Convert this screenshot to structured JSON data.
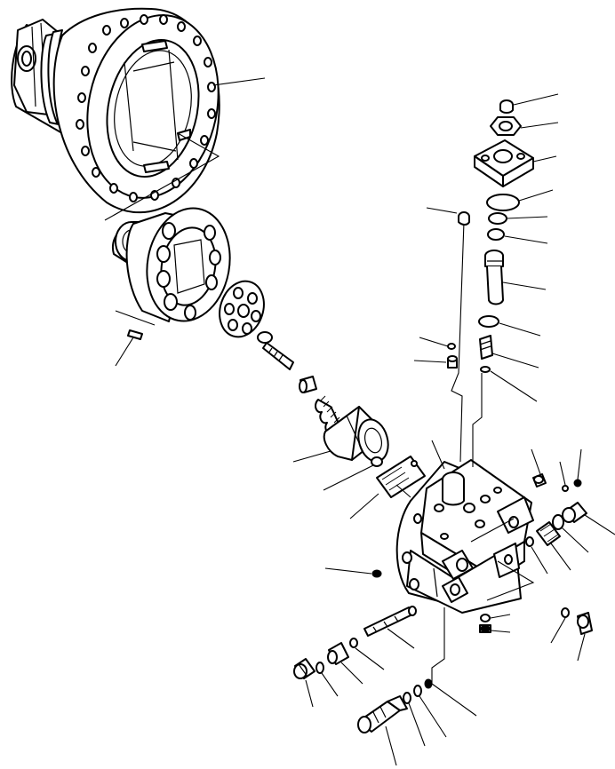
{
  "diagram": {
    "kind": "exploded-parts-view",
    "line_color": "#000000",
    "background": "#ffffff",
    "callout_labels": [],
    "parts": [
      {
        "id": "motor-housing"
      },
      {
        "id": "rotor-group"
      },
      {
        "id": "dowel-pin"
      },
      {
        "id": "valve-plate"
      },
      {
        "id": "center-shaft"
      },
      {
        "id": "spacer"
      },
      {
        "id": "spring"
      },
      {
        "id": "bearing-cylinder"
      },
      {
        "id": "pin"
      },
      {
        "id": "cover-plate"
      },
      {
        "id": "valve-body"
      },
      {
        "id": "cap-nut"
      },
      {
        "id": "hex-nut"
      },
      {
        "id": "flange-block"
      },
      {
        "id": "o-ring-large"
      },
      {
        "id": "o-ring-mid"
      },
      {
        "id": "o-ring-small"
      },
      {
        "id": "sleeve"
      },
      {
        "id": "o-ring-lower"
      },
      {
        "id": "check-valve"
      },
      {
        "id": "seal-ring"
      },
      {
        "id": "plug-small"
      },
      {
        "id": "orifice-plug"
      },
      {
        "id": "side-plug"
      },
      {
        "id": "side-spring"
      },
      {
        "id": "side-ring"
      },
      {
        "id": "top-plug"
      },
      {
        "id": "top-pin"
      },
      {
        "id": "left-plug"
      },
      {
        "id": "spool"
      },
      {
        "id": "spool-spring"
      },
      {
        "id": "spool-ring"
      },
      {
        "id": "end-plug"
      },
      {
        "id": "end-ring"
      },
      {
        "id": "relief-valve"
      },
      {
        "id": "relief-ring-a"
      },
      {
        "id": "relief-ring-b"
      },
      {
        "id": "relief-ring-c"
      },
      {
        "id": "lower-plug"
      },
      {
        "id": "lower-ring"
      },
      {
        "id": "right-ring"
      },
      {
        "id": "right-bolt"
      }
    ]
  }
}
